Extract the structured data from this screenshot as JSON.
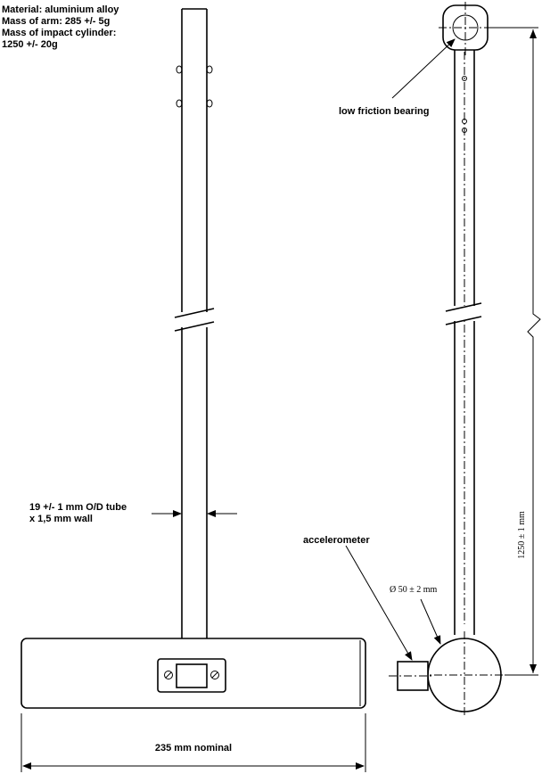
{
  "notes": {
    "material": "Material: aluminium alloy",
    "arm_mass": "Mass of arm: 285 +/- 5g",
    "cylinder_mass_1": "Mass of impact cylinder:",
    "cylinder_mass_2": "1250 +/- 20g"
  },
  "labels": {
    "bearing": "low friction bearing",
    "tube_1": "19 +/- 1 mm O/D tube",
    "tube_2": "x 1,5 mm wall",
    "accelerometer": "accelerometer",
    "diameter": "Ø 50 ± 2 mm",
    "length": "1250 ± 1 mm",
    "width": "235 mm nominal"
  }
}
